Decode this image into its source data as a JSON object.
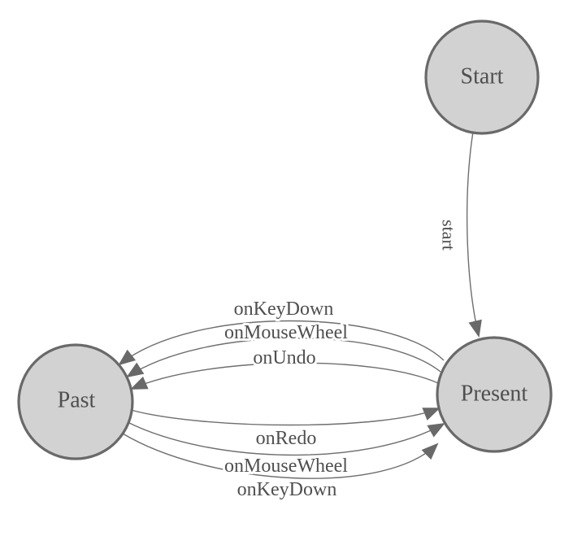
{
  "diagram": {
    "type": "state-machine",
    "background": "#ffffff",
    "colors": {
      "node_fill": "#d2d2d2",
      "node_stroke": "#696969",
      "edge_stroke": "#6e6e6e",
      "arrow_fill": "#696969",
      "label_text": "#4f4f4f"
    },
    "nodes": [
      {
        "id": "start",
        "label": "Start"
      },
      {
        "id": "past",
        "label": "Past"
      },
      {
        "id": "present",
        "label": "Present"
      }
    ],
    "edges": [
      {
        "from": "start",
        "to": "present",
        "label": "start"
      },
      {
        "from": "present",
        "to": "past",
        "label": "onKeyDown"
      },
      {
        "from": "present",
        "to": "past",
        "label": "onMouseWheel"
      },
      {
        "from": "present",
        "to": "past",
        "label": "onUndo"
      },
      {
        "from": "past",
        "to": "present",
        "label": "onRedo"
      },
      {
        "from": "past",
        "to": "present",
        "label": "onMouseWheel"
      },
      {
        "from": "past",
        "to": "present",
        "label": "onKeyDown"
      }
    ]
  }
}
